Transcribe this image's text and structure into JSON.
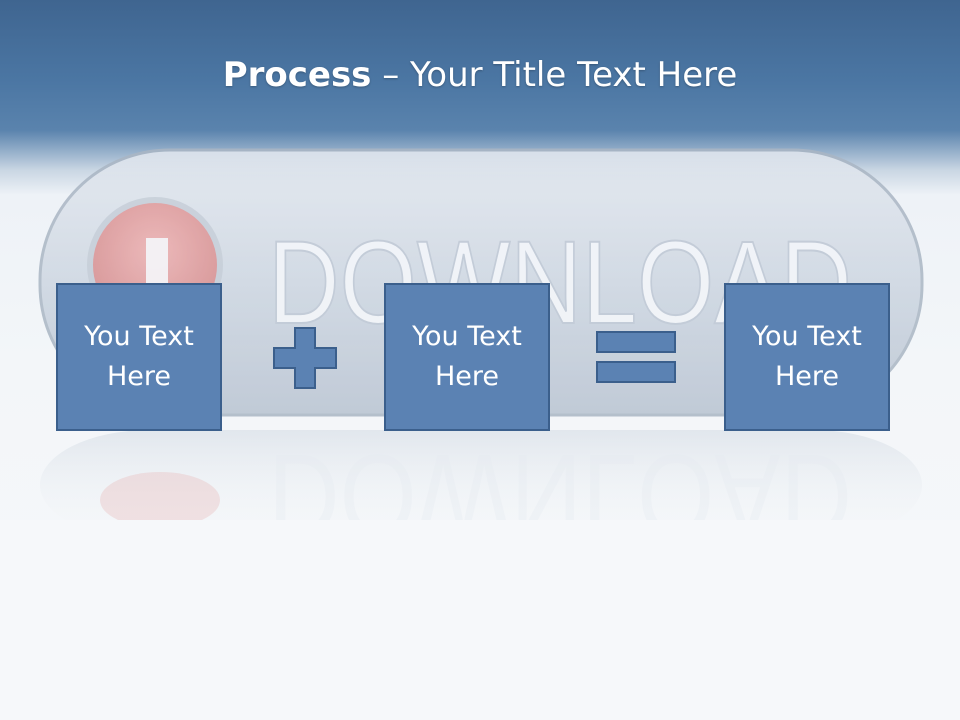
{
  "title": {
    "bold": "Process",
    "rest": " – Your Title Text Here"
  },
  "background": {
    "watermark_text": "DOWNLOAD",
    "watermark_icon": "download-button-icon"
  },
  "boxes": [
    {
      "text": "You Text Here"
    },
    {
      "text": "You Text Here"
    },
    {
      "text": "You Text Here"
    }
  ],
  "operators": [
    {
      "icon": "plus-icon"
    },
    {
      "icon": "equals-icon"
    }
  ],
  "colors": {
    "box_fill": "#5b82b3",
    "box_border": "#3b5f8c",
    "title_band": "#4b76a3",
    "text": "#ffffff"
  }
}
